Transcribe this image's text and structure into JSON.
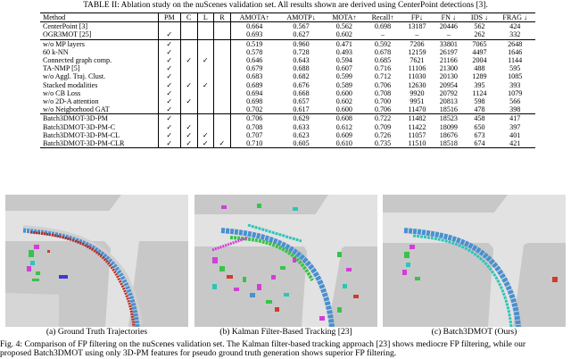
{
  "table_caption": "TABLE II: Ablation study on the nuScenes validation set. All results shown are derived using CenterPoint detections [3].",
  "columns": [
    "Method",
    "PM",
    "C",
    "L",
    "R",
    "AMOTA↑",
    "AMOTP↓",
    "MOTA↑",
    "Recall↑",
    "FP↓",
    "FN ↓",
    "IDS ↓",
    "FRAG ↓"
  ],
  "groups": [
    [
      {
        "method": "CenterPoint [3]",
        "pm": "",
        "c": "",
        "l": "",
        "r": "",
        "amota": "0.664",
        "amotp": "0.567",
        "mota": "0.562",
        "recall": "0.698",
        "fp": "13187",
        "fn": "20446",
        "ids": "562",
        "frag": "424"
      },
      {
        "method": "OGR3MOT [25]",
        "pm": "✓",
        "c": "",
        "l": "",
        "r": "",
        "amota": "0.693",
        "amotp": "0.627",
        "mota": "0.602",
        "recall": "–",
        "fp": "–",
        "fn": "–",
        "ids": "262",
        "frag": "332"
      }
    ],
    [
      {
        "method": "w/o MP layers",
        "pm": "✓",
        "c": "",
        "l": "",
        "r": "",
        "amota": "0.519",
        "amotp": "0.960",
        "mota": "0.471",
        "recall": "0.592",
        "fp": "7206",
        "fn": "33801",
        "ids": "7065",
        "frag": "2648"
      },
      {
        "method": "60 k-NN",
        "pm": "✓",
        "c": "",
        "l": "",
        "r": "",
        "amota": "0.578",
        "amotp": "0.728",
        "mota": "0.493",
        "recall": "0.678",
        "fp": "12159",
        "fn": "26197",
        "ids": "4497",
        "frag": "1646"
      },
      {
        "method": "Connected graph comp.",
        "pm": "✓",
        "c": "✓",
        "l": "✓",
        "r": "",
        "amota": "0.646",
        "amotp": "0.643",
        "mota": "0.594",
        "recall": "0.685",
        "fp": "7621",
        "fn": "21166",
        "ids": "2004",
        "frag": "1144"
      },
      {
        "method": "TA-NMP [5]",
        "pm": "✓",
        "c": "",
        "l": "",
        "r": "",
        "amota": "0.679",
        "amotp": "0.688",
        "mota": "0.607",
        "recall": "0.716",
        "fp": "11106",
        "fn": "21300",
        "ids": "488",
        "frag": "595"
      },
      {
        "method": "w/o Aggl. Traj. Clust.",
        "pm": "✓",
        "c": "",
        "l": "",
        "r": "",
        "amota": "0.683",
        "amotp": "0.682",
        "mota": "0.599",
        "recall": "0.712",
        "fp": "11030",
        "fn": "20130",
        "ids": "1289",
        "frag": "1085"
      },
      {
        "method": "Stacked modalities",
        "pm": "✓",
        "c": "✓",
        "l": "✓",
        "r": "",
        "amota": "0.689",
        "amotp": "0.676",
        "mota": "0.589",
        "recall": "0.706",
        "fp": "12630",
        "fn": "20954",
        "ids": "395",
        "frag": "393"
      },
      {
        "method": "w/o CB Loss",
        "pm": "✓",
        "c": "",
        "l": "",
        "r": "",
        "amota": "0.694",
        "amotp": "0.668",
        "mota": "0.600",
        "recall": "0.708",
        "fp": "9920",
        "fn": "20792",
        "ids": "1124",
        "frag": "1079"
      },
      {
        "method": "w/o 2D-A attention",
        "pm": "✓",
        "c": "✓",
        "l": "",
        "r": "",
        "amota": "0.698",
        "amotp": "0.657",
        "mota": "0.602",
        "recall": "0.700",
        "fp": "9951",
        "fn": "20813",
        "ids": "598",
        "frag": "566"
      },
      {
        "method": "w/o Neigborhood GAT",
        "pm": "✓",
        "c": "",
        "l": "",
        "r": "",
        "amota": "0.702",
        "amotp": "0.617",
        "mota": "0.600",
        "recall": "0.706",
        "fp": "11470",
        "fn": "18516",
        "ids": "478",
        "frag": "398"
      }
    ],
    [
      {
        "method": "Batch3DMOT-3D-PM",
        "pm": "✓",
        "c": "",
        "l": "",
        "r": "",
        "amota": "0.706",
        "amotp": "0.629",
        "mota": "0.608",
        "recall": "0.722",
        "fp": "11482",
        "fn": "18523",
        "ids": "458",
        "frag": "417"
      },
      {
        "method": "Batch3DMOT-3D-PM-C",
        "pm": "✓",
        "c": "✓",
        "l": "",
        "r": "",
        "amota": "0.708",
        "amotp": "0.633",
        "mota": "0.612",
        "recall": "0.709",
        "fp": "11422",
        "fn": "18099",
        "ids": "650",
        "frag": "397"
      },
      {
        "method": "Batch3DMOT-3D-PM-CL",
        "pm": "✓",
        "c": "✓",
        "l": "✓",
        "r": "",
        "amota": "0.707",
        "amotp": "0.623",
        "mota": "0.609",
        "recall": "0.726",
        "fp": "11057",
        "fn": "18676",
        "ids": "673",
        "frag": "401"
      },
      {
        "method": "Batch3DMOT-3D-PM-CLR",
        "pm": "✓",
        "c": "✓",
        "l": "✓",
        "r": "✓",
        "amota": "0.710",
        "amotp": "0.605",
        "mota": "0.610",
        "recall": "0.735",
        "fp": "11510",
        "fn": "18518",
        "ids": "674",
        "frag": "421"
      }
    ]
  ],
  "bold_cells": [
    "3.2.mota",
    "3.3.amota",
    "3.3.amotp",
    "3.3.recall",
    "3.1.fn",
    "3.2.fp",
    "3.2.ids",
    "3.1.frag"
  ],
  "subcaptions": {
    "a": "(a) Ground Truth Trajectories",
    "b": "(b) Kalman Filter-Based Tracking [23]",
    "c": "(c) Batch3DMOT (Ours)"
  },
  "figure_caption_line1": "Fig. 4: Comparison of FP filtering on the nuScenes validation set. The Kalman filter-based tracking approach [23] shows mediocre FP filtering, while our",
  "figure_caption_line2": "proposed Batch3DMOT using only 3D-PM features for pseudo ground truth generation shows superior FP filtering.",
  "colors": {
    "road": "#e2e2e2",
    "background": "#c8c8c8",
    "track_red": "#d43a2a",
    "track_blue": "#4a90d0",
    "track_green": "#39c24a",
    "track_magenta": "#d23ed6",
    "track_teal": "#2cc6b8"
  }
}
